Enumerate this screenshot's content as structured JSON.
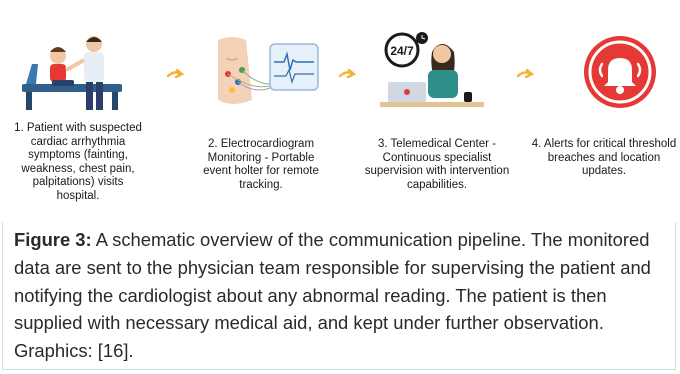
{
  "steps": [
    {
      "text": "1. Patient with suspected cardiac arrhythmia symptoms (fainting, weakness, chest pain, palpitations) visits hospital."
    },
    {
      "text": "2. Electrocardiogram Monitoring - Portable event holter for remote tracking."
    },
    {
      "text": "3. Telemedical Center - Continuous specialist supervision with intervention capabilities."
    },
    {
      "text": "4. Alerts for critical threshold breaches and location updates."
    }
  ],
  "icons": [
    "patient-exam-icon",
    "ecg-holter-icon",
    "telemedical-operator-icon",
    "alarm-bell-icon"
  ],
  "clock_label": "24/7",
  "caption": {
    "label": "Figure 3:",
    "text": " A schematic overview of the communication pipeline. The monitored data are sent to the physician team responsible for supervising the patient and notifying the cardiologist about any abnormal reading. The patient is then supplied with necessary medical aid, and kept under further observation. Graphics: [16]."
  },
  "colors": {
    "arrow": "#f5b335",
    "alarm": "#e53935",
    "accent": "#2f6fb3"
  }
}
